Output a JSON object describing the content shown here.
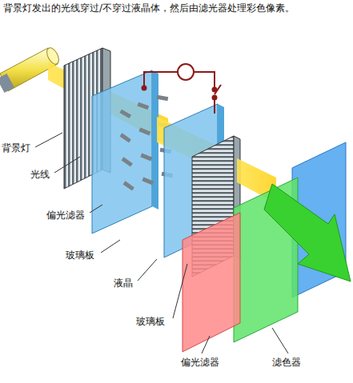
{
  "diagram": {
    "title": "背景灯发出的光线穿过/不穿过液晶体，然后由滤光器处理彩色像素。",
    "labels": [
      "背景灯",
      "光线",
      "偏光滤器",
      "玻璃板",
      "液晶",
      "玻璃板",
      "偏光滤器",
      "滤色器"
    ]
  }
}
